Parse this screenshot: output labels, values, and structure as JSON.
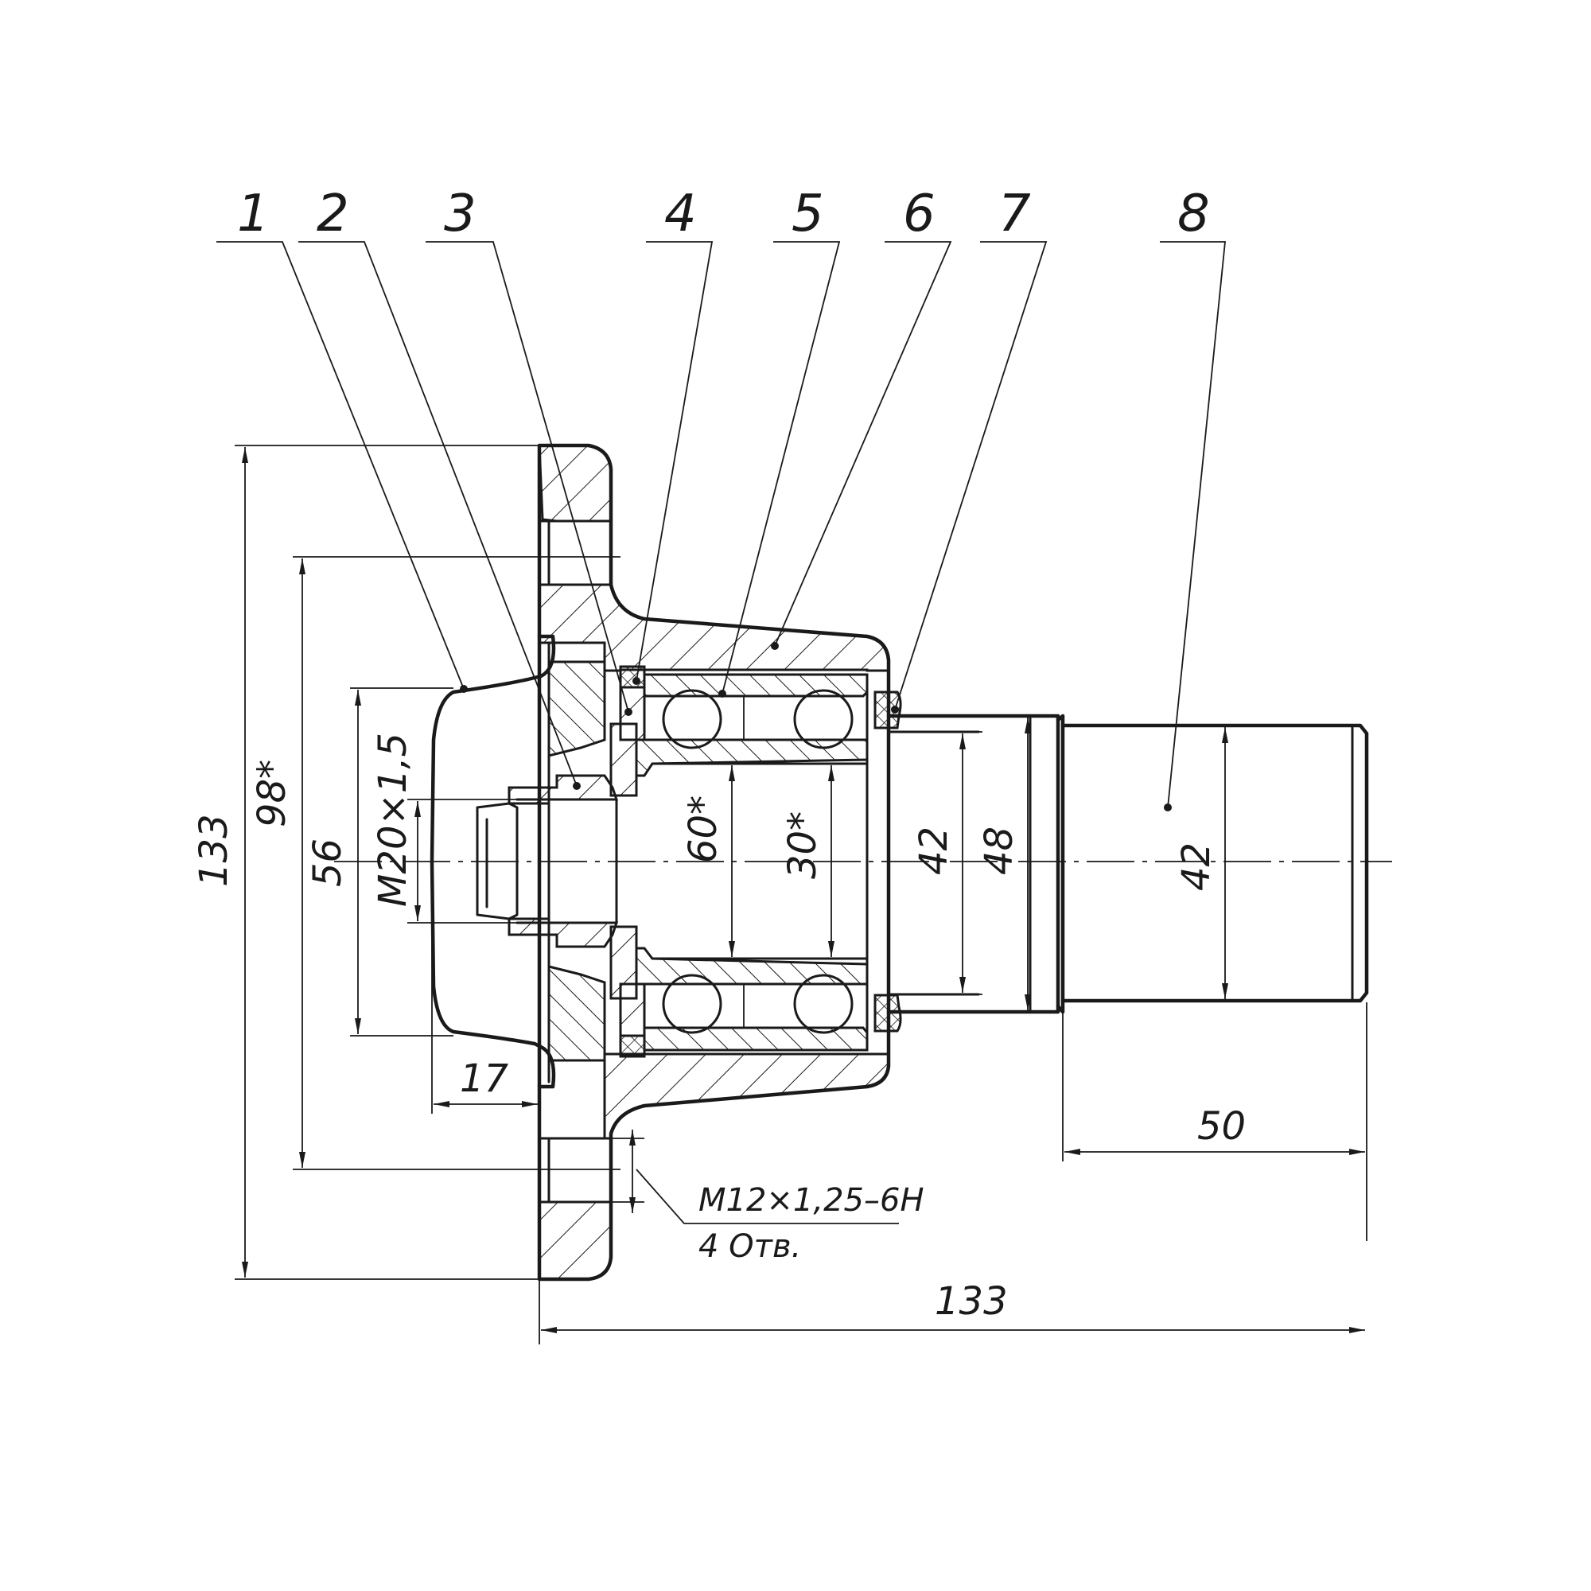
{
  "callouts": [
    "1",
    "2",
    "3",
    "4",
    "5",
    "6",
    "7",
    "8"
  ],
  "dimensions": {
    "d133_vertical": "133",
    "d98": "98*",
    "d56": "56",
    "m20": "M20×1,5",
    "d60": "60*",
    "d30": "30*",
    "d42_bore": "42",
    "d48": "48",
    "d42_shaft": "42",
    "d17": "17",
    "d50": "50",
    "d133_horizontal": "133"
  },
  "notes": {
    "thread": "M12×1,25–6H",
    "holes": "4 Отв."
  }
}
